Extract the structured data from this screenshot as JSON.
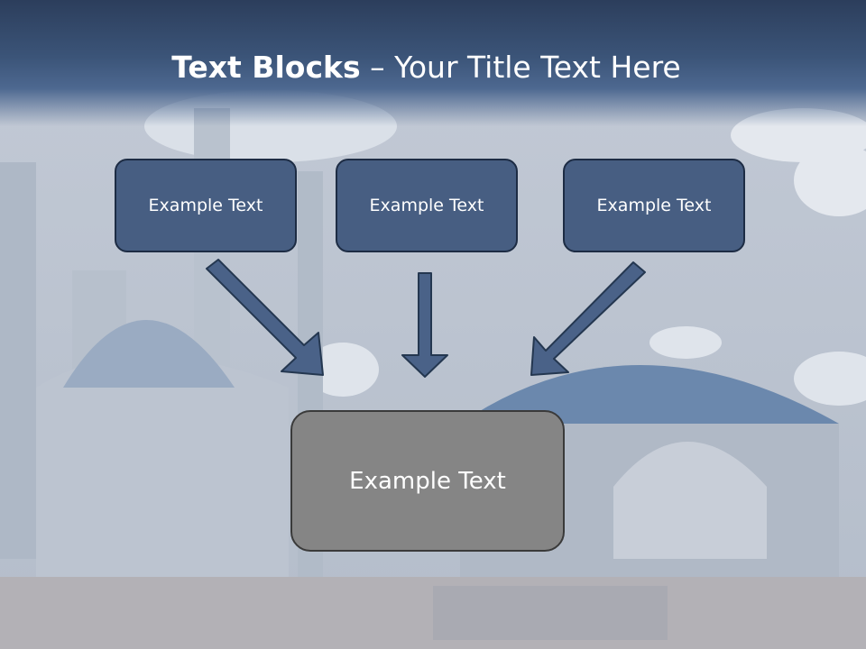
{
  "slide": {
    "title_bold": "Text Blocks",
    "title_dash": " – ",
    "title_rest": "Your Title Text Here"
  },
  "blocks": [
    {
      "label": "Example Text"
    },
    {
      "label": "Example Text"
    },
    {
      "label": "Example Text"
    }
  ],
  "main_block": {
    "label": "Example Text"
  },
  "colors": {
    "header": "#2c3e5c",
    "block_fill": "#475e82",
    "main_fill": "#858585",
    "arrow": "#4a6288"
  }
}
